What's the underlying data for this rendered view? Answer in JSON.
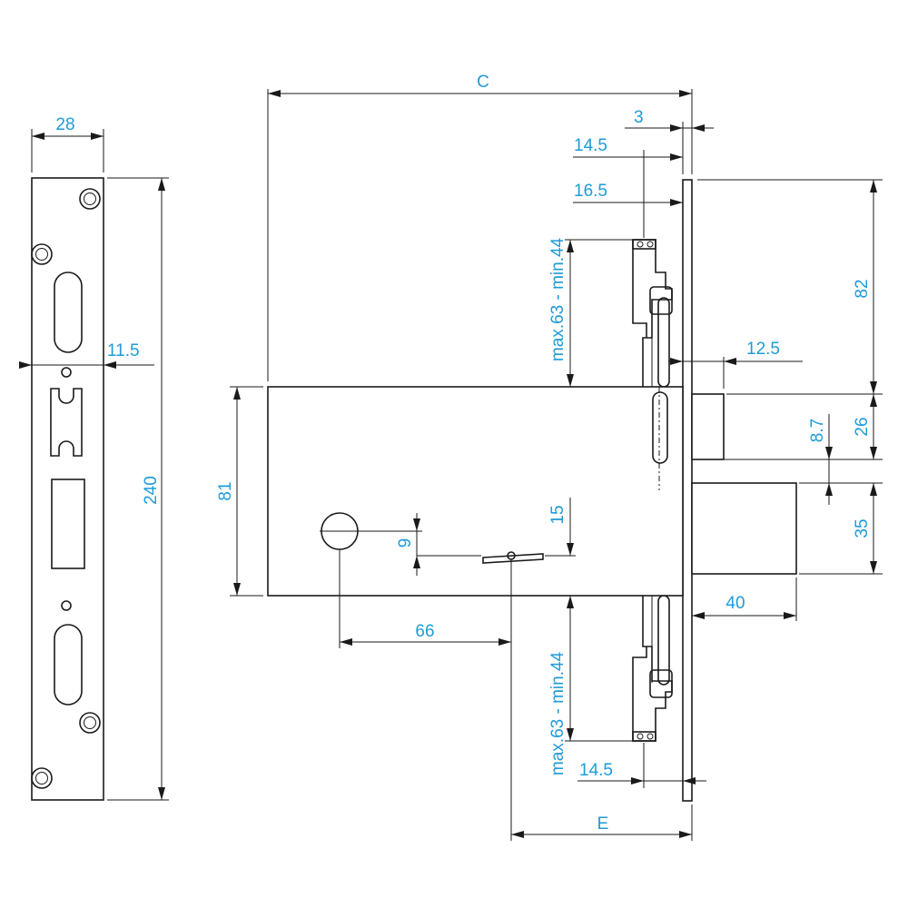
{
  "colors": {
    "line": "#1a1a1a",
    "dimension_text": "#1f9bd7",
    "background": "#ffffff"
  },
  "dimensions": {
    "faceplate_width": "28",
    "faceplate_height": "240",
    "faceplate_offset": "11.5",
    "overall_c": "C",
    "offset_3": "3",
    "rod_offset_top": "14.5",
    "rod_offset_16_5": "16.5",
    "rod_travel_top": "max.63 - min.44",
    "latch_gap": "12.5",
    "top_to_latch": "82",
    "latch_height": "26",
    "latch_deadbolt_gap": "8.7",
    "deadbolt_height": "35",
    "deadbolt_throw": "40",
    "case_height": "81",
    "key_to_handle_vertical": "15",
    "key_offset": "9",
    "key_to_handle": "66",
    "rod_travel_bottom": "max.63 - min.44",
    "rod_offset_bottom": "14.5",
    "backset_e": "E"
  }
}
